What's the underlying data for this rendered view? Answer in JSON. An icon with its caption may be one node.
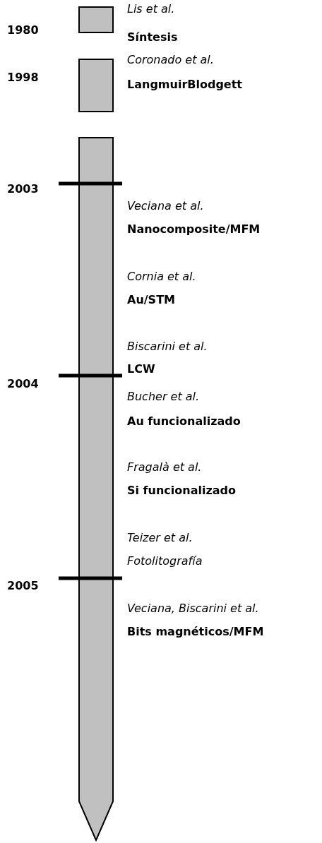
{
  "diagram": {
    "labels": [
      "Lis et al.",
      "1980",
      "Síntesis",
      "Coronado et al.",
      "1998",
      "LangmuirBlodgett",
      "2003",
      "Veciana et al.",
      "Nanocomposite/MFM",
      "Cornia et al.",
      "Au/STM",
      "Biscarini et al.",
      "LCW",
      "2004",
      "Bucher et al.",
      "Au funcionalizado",
      "Fragalà et al.",
      "Si funcionalizado",
      "Teizer et al.",
      "Fotolitografía",
      "2005",
      "Veciana, Biscarini et al.",
      "Bits magnéticos/MFM"
    ]
  }
}
